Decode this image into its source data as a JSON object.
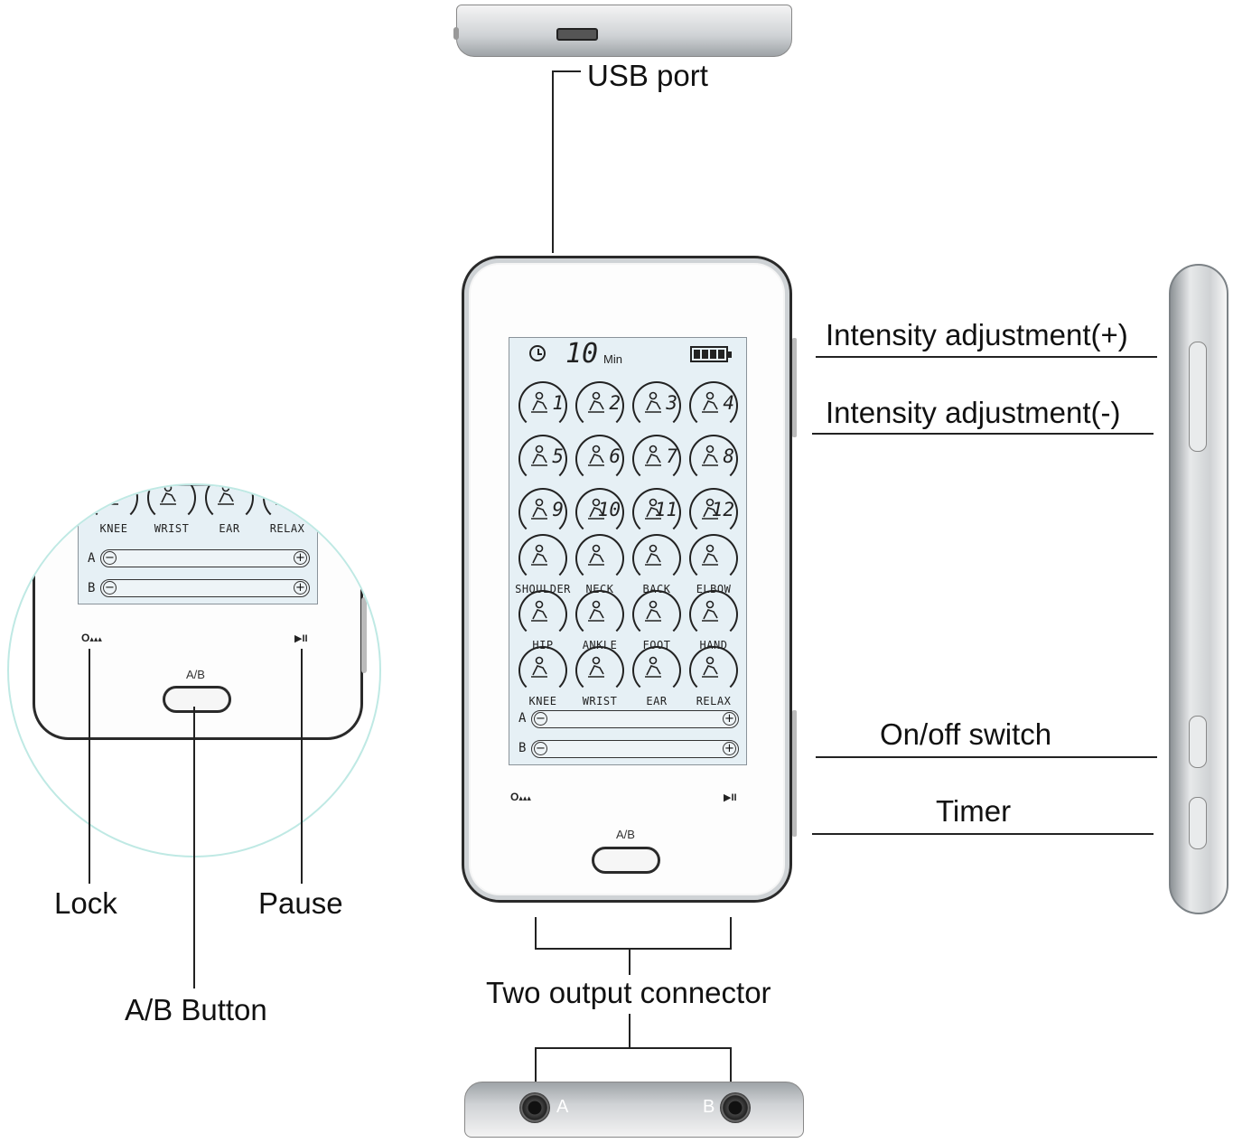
{
  "callouts": {
    "usb_port": "USB port",
    "intensity_plus": "Intensity adjustment(+)",
    "intensity_minus": "Intensity adjustment(-)",
    "on_off": "On/off switch",
    "timer": "Timer",
    "lock": "Lock",
    "pause": "Pause",
    "ab_button": "A/B Button",
    "two_output": "Two output connector"
  },
  "lcd": {
    "timer_value": "10",
    "timer_unit": "Min",
    "numbered_programs": [
      "1",
      "2",
      "3",
      "4",
      "5",
      "6",
      "7",
      "8",
      "9",
      "10",
      "11",
      "12"
    ],
    "body_programs": [
      "SHOULDER",
      "NECK",
      "BACK",
      "ELBOW",
      "HIP",
      "ANKLE",
      "FOOT",
      "HAND",
      "KNEE",
      "WRIST",
      "EAR",
      "RELAX"
    ],
    "channel_a": "A",
    "channel_b": "B",
    "minus_sign": "−",
    "plus_sign": "+"
  },
  "device": {
    "ab_label": "A/B",
    "lock_symbol": "O",
    "pause_symbol": "▶II"
  },
  "zoom": {
    "programs": [
      "KNEE",
      "WRIST",
      "EAR",
      "RELAX"
    ],
    "channel_a": "A",
    "channel_b": "B",
    "ab_label": "A/B"
  },
  "connectors": {
    "a_label": "A",
    "b_label": "B"
  },
  "colors": {
    "lcd_bg": "#e6f0f5",
    "zoom_circle": "#bfe9e4",
    "silver": "#c9cdd0"
  }
}
